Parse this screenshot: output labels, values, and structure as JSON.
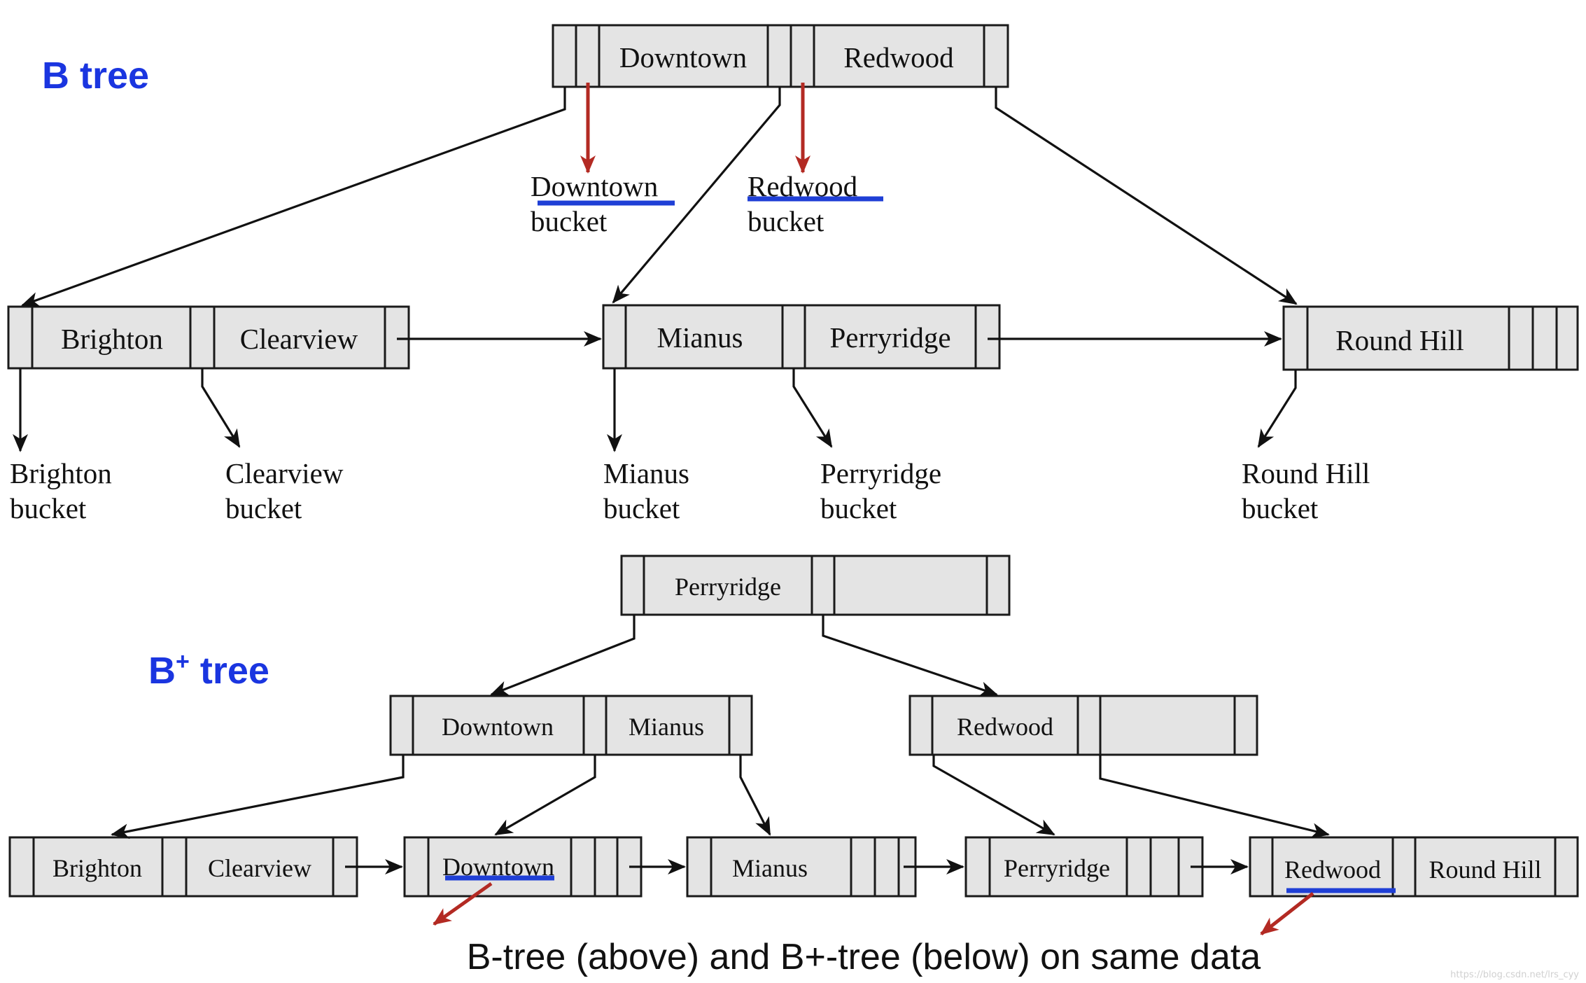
{
  "labels": {
    "btree": "B tree",
    "bplus_main": "B",
    "bplus_sup": "+",
    "bplus_rest": " tree",
    "caption": "B-tree (above) and B+-tree (below) on same data",
    "watermark": "https://blog.csdn.net/lrs_cyy"
  },
  "btree": {
    "root": [
      "Downtown",
      "Redwood"
    ],
    "leaf1": [
      "Brighton",
      "Clearview"
    ],
    "leaf2": [
      "Mianus",
      "Perryridge"
    ],
    "leaf3": [
      "Round Hill"
    ],
    "buckets": {
      "downtown": [
        "Downtown",
        "bucket"
      ],
      "redwood": [
        "Redwood",
        "bucket"
      ],
      "brighton": [
        "Brighton",
        "bucket"
      ],
      "clearview": [
        "Clearview",
        "bucket"
      ],
      "mianus": [
        "Mianus",
        "bucket"
      ],
      "perryridge": [
        "Perryridge",
        "bucket"
      ],
      "roundhill": [
        "Round Hill",
        "bucket"
      ]
    }
  },
  "bplus": {
    "root": [
      "Perryridge"
    ],
    "inner_left": [
      "Downtown",
      "Mianus"
    ],
    "inner_right": [
      "Redwood"
    ],
    "leaves": [
      [
        "Brighton",
        "Clearview"
      ],
      [
        "Downtown"
      ],
      [
        "Mianus"
      ],
      [
        "Perryridge"
      ],
      [
        "Redwood",
        "Round Hill"
      ]
    ]
  },
  "colors": {
    "label_blue": "#1a35e0",
    "underline_blue": "#1f3fd6",
    "arrow_red": "#b32a23",
    "node_fill": "#e4e4e4"
  }
}
